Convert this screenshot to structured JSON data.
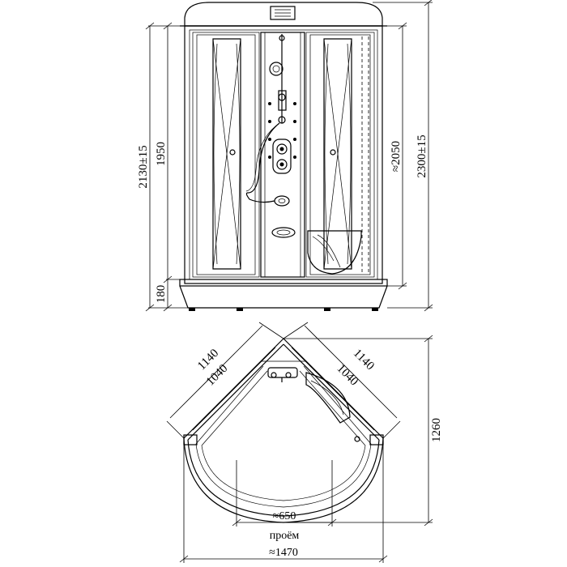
{
  "front_view": {
    "dims": {
      "total_height_outer": "2130±15",
      "glass_height": "1950",
      "tray_height": "180",
      "inner_height": "≈2050",
      "total_height": "2300±15"
    }
  },
  "top_view": {
    "dims": {
      "side_outer_left": "1140",
      "side_inner_left": "1040",
      "side_outer_right": "1140",
      "side_inner_right": "1040",
      "depth": "1260",
      "opening": "≈650",
      "opening_label": "проём",
      "width": "≈1470"
    }
  }
}
